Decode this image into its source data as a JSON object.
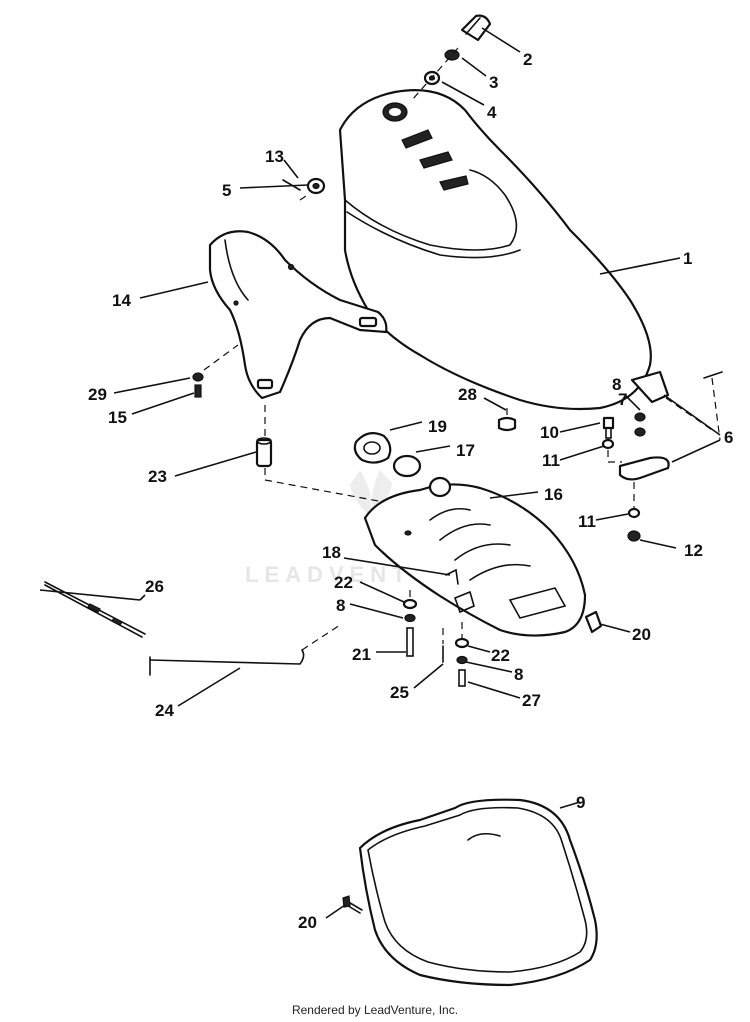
{
  "watermark": "LEADVENTURE",
  "footer": {
    "credit": "Rendered by LeadVenture, Inc."
  },
  "callouts": {
    "c1": "1",
    "c2": "2",
    "c3": "3",
    "c4": "4",
    "c5": "5",
    "c6": "6",
    "c7": "7",
    "c8a": "8",
    "c8b": "8",
    "c8c": "8",
    "c9": "9",
    "c10": "10",
    "c11a": "11",
    "c11b": "11",
    "c12": "12",
    "c13": "13",
    "c14": "14",
    "c15": "15",
    "c16": "16",
    "c17": "17",
    "c18": "18",
    "c19": "19",
    "c20a": "20",
    "c20b": "20",
    "c21": "21",
    "c22a": "22",
    "c22b": "22",
    "c23": "23",
    "c24": "24",
    "c25": "25",
    "c26": "26",
    "c27": "27",
    "c28": "28",
    "c29": "29"
  }
}
